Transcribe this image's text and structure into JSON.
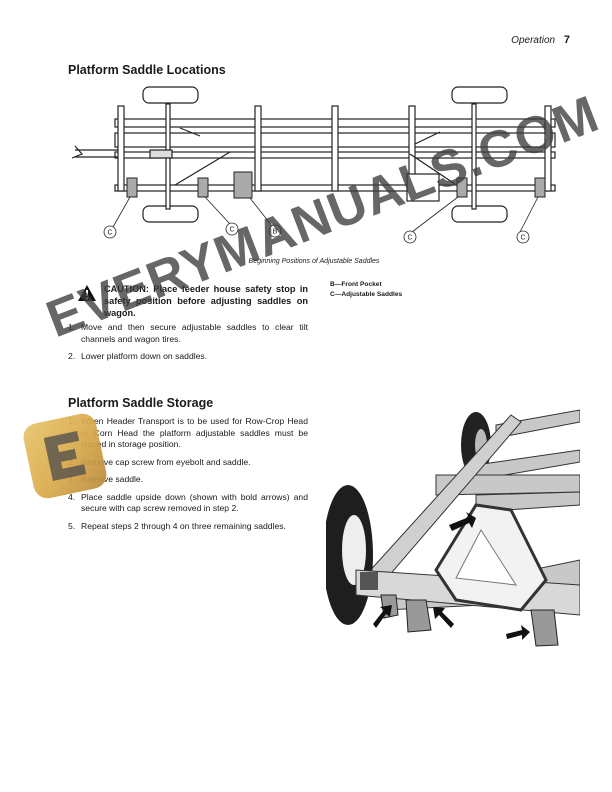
{
  "header": {
    "section": "Operation",
    "page_number": "7"
  },
  "sections": {
    "locations": {
      "title": "Platform Saddle Locations",
      "figure": {
        "caption": "Beginning Positions of Adjustable Saddles",
        "callouts": [
          "C",
          "C",
          "B",
          "C",
          "C"
        ]
      },
      "legend": [
        "B—Front Pocket",
        "C—Adjustable Saddles"
      ],
      "caution": "CAUTION: Place feeder house safety stop in safety position before adjusting saddles on wagon.",
      "steps": [
        {
          "num": "1.",
          "text": "Move and then secure adjustable saddles to clear tilt channels and wagon tires."
        },
        {
          "num": "2.",
          "text": "Lower platform down on saddles."
        }
      ]
    },
    "storage": {
      "title": "Platform Saddle Storage",
      "steps": [
        {
          "num": "1.",
          "text": "When Header Transport is to be used for Row-Crop Head or Corn Head the platform adjustable saddles must be placed in storage position."
        },
        {
          "num": "2.",
          "text": "Remove cap screw from eyebolt and saddle."
        },
        {
          "num": "3.",
          "text": "Remove saddle."
        },
        {
          "num": "4.",
          "text": "Place saddle upside down (shown with bold arrows) and secure with cap screw removed in step 2."
        },
        {
          "num": "5.",
          "text": "Repeat steps 2 through 4 on three remaining saddles."
        }
      ]
    }
  },
  "watermark": {
    "text": "EVERYMANUALS.COM",
    "logo_color": "#d9a94a"
  },
  "icons": {
    "caution": "warning-triangle-icon"
  }
}
